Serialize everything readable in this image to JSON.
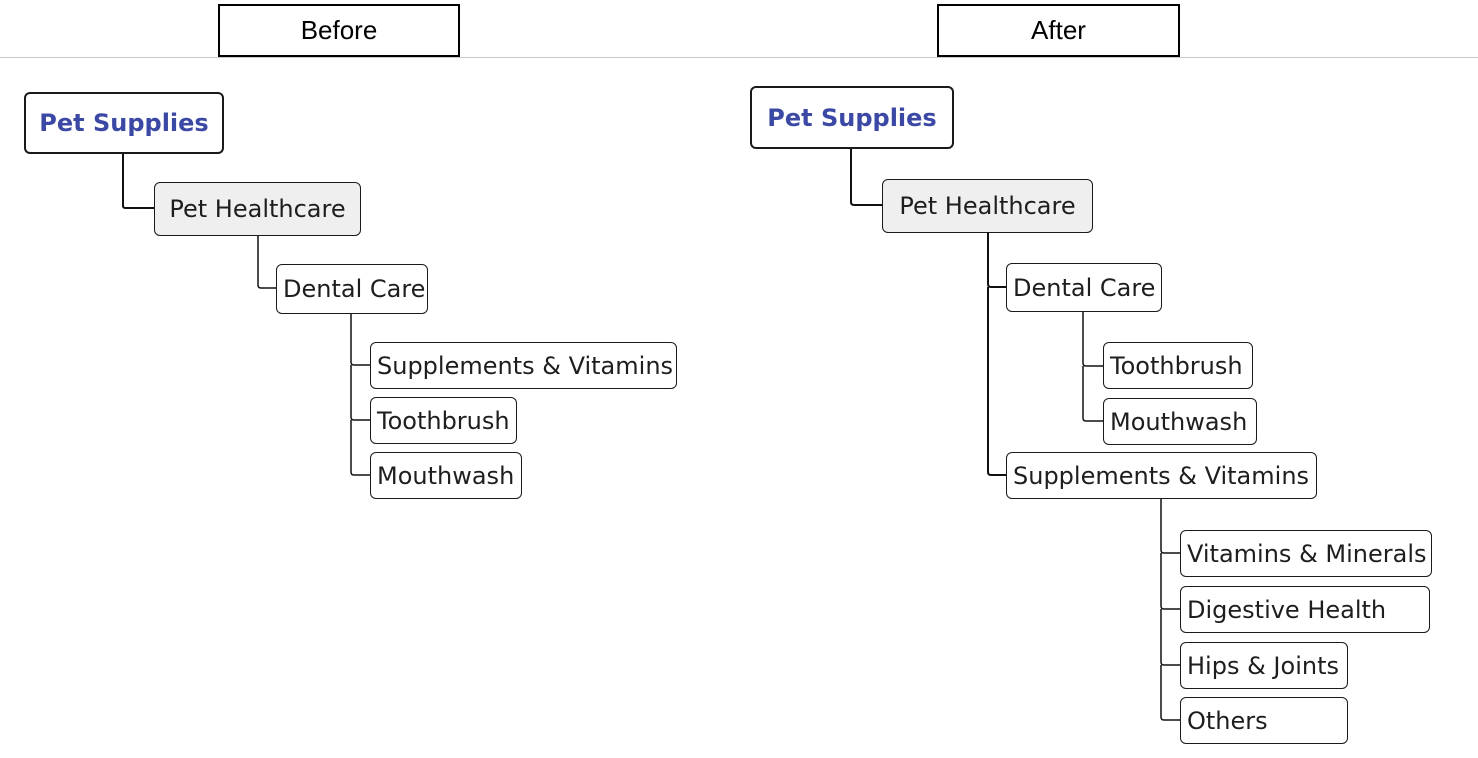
{
  "panels": {
    "before": "Before",
    "after": "After"
  },
  "before": {
    "root": "Pet Supplies",
    "healthcare": "Pet Healthcare",
    "dental": "Dental Care",
    "children": [
      "Supplements & Vitamins",
      "Toothbrush",
      "Mouthwash"
    ]
  },
  "after": {
    "root": "Pet Supplies",
    "healthcare": "Pet Healthcare",
    "dental": "Dental Care",
    "dental_children": [
      "Toothbrush",
      "Mouthwash"
    ],
    "supplements": "Supplements & Vitamins",
    "supplements_children": [
      "Vitamins & Minerals",
      "Digestive Health",
      "Hips & Joints",
      "Others"
    ]
  },
  "colors": {
    "root_text": "#3b49a5",
    "healthcare_fill": "#efefef",
    "border": "#1a1a1a"
  }
}
